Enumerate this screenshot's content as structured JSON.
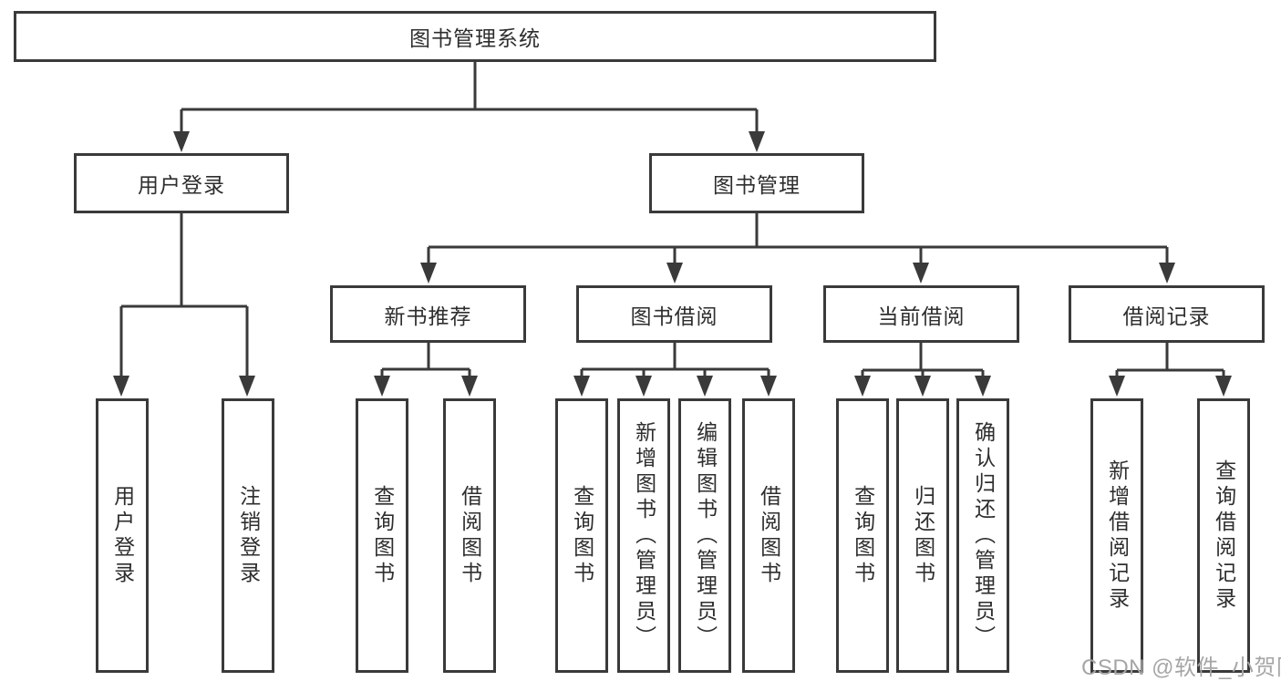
{
  "root": {
    "label": "图书管理系统"
  },
  "user_branch": {
    "label": "用户登录",
    "leaves": [
      "用户登录",
      "注销登录"
    ]
  },
  "book_branch": {
    "label": "图书管理",
    "groups": [
      {
        "label": "新书推荐",
        "leaves": [
          "查询图书",
          "借阅图书"
        ]
      },
      {
        "label": "图书借阅",
        "leaves": [
          "查询图书",
          "新增图书（管理员）",
          "编辑图书（管理员）",
          "借阅图书"
        ]
      },
      {
        "label": "当前借阅",
        "leaves": [
          "查询图书",
          "归还图书",
          "确认归还（管理员）"
        ]
      },
      {
        "label": "借阅记录",
        "leaves": [
          "新增借阅记录",
          "查询借阅记录"
        ]
      }
    ]
  },
  "watermark": "CSDN @软件_小贺同学",
  "colors": {
    "line": "#3a3a3a",
    "text": "#2e2e2e",
    "watermark": "#a6a6a6",
    "background": "#ffffff"
  }
}
